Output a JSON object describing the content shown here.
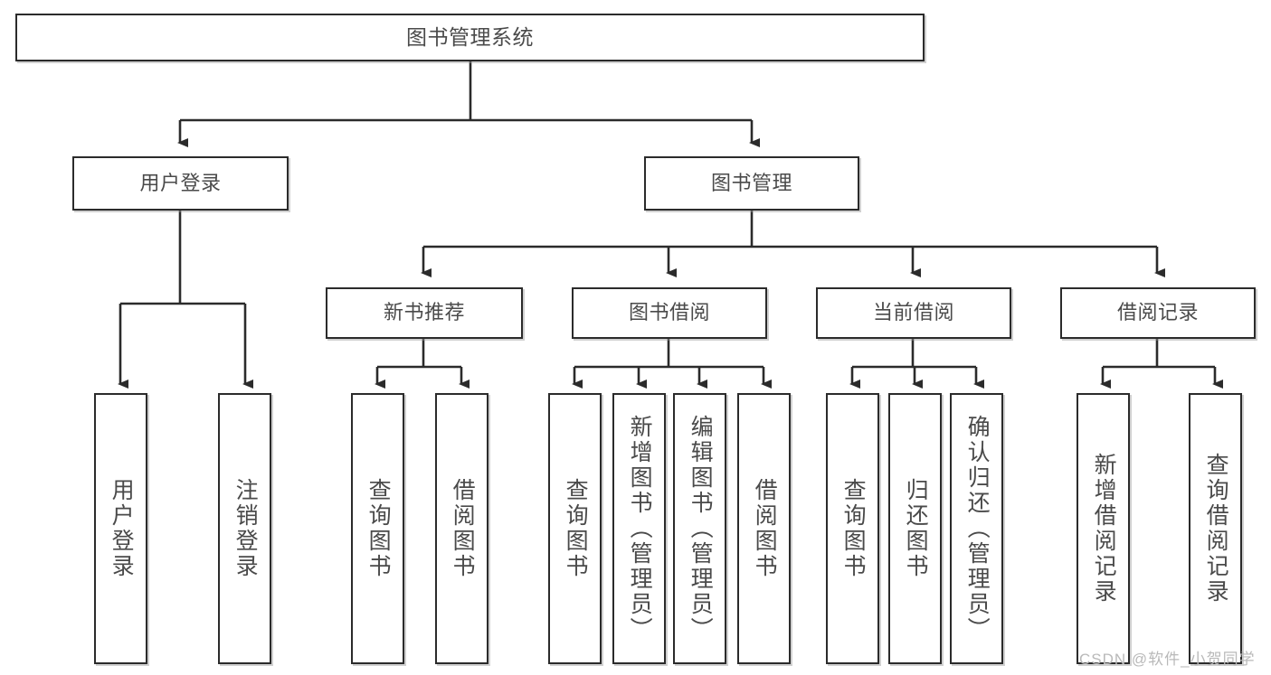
{
  "diagram": {
    "title": "图书管理系统",
    "type": "hierarchy-tree",
    "watermark": "CSDN @软件_小贺同学",
    "colors": {
      "border": "#2b2b2b",
      "text": "#4a4a4a",
      "background": "#ffffff",
      "line": "#2b2b2b",
      "watermark": "#b9b9b9"
    },
    "levels": {
      "root": {
        "label": "图书管理系统"
      },
      "level2": [
        {
          "label": "用户登录"
        },
        {
          "label": "图书管理"
        }
      ],
      "level3": [
        {
          "label": "新书推荐"
        },
        {
          "label": "图书借阅"
        },
        {
          "label": "当前借阅"
        },
        {
          "label": "借阅记录"
        }
      ],
      "leaves": [
        {
          "label": "用户登录",
          "parent": "用户登录"
        },
        {
          "label": "注销登录",
          "parent": "用户登录"
        },
        {
          "label": "查询图书",
          "parent": "新书推荐"
        },
        {
          "label": "借阅图书",
          "parent": "新书推荐"
        },
        {
          "label": "查询图书",
          "parent": "图书借阅"
        },
        {
          "label": "新增图书（管理员）",
          "parent": "图书借阅"
        },
        {
          "label": "编辑图书（管理员）",
          "parent": "图书借阅"
        },
        {
          "label": "借阅图书",
          "parent": "图书借阅"
        },
        {
          "label": "查询图书",
          "parent": "当前借阅"
        },
        {
          "label": "归还图书",
          "parent": "当前借阅"
        },
        {
          "label": "确认归还（管理员）",
          "parent": "当前借阅"
        },
        {
          "label": "新增借阅记录",
          "parent": "借阅记录"
        },
        {
          "label": "查询借阅记录",
          "parent": "借阅记录"
        }
      ]
    }
  }
}
